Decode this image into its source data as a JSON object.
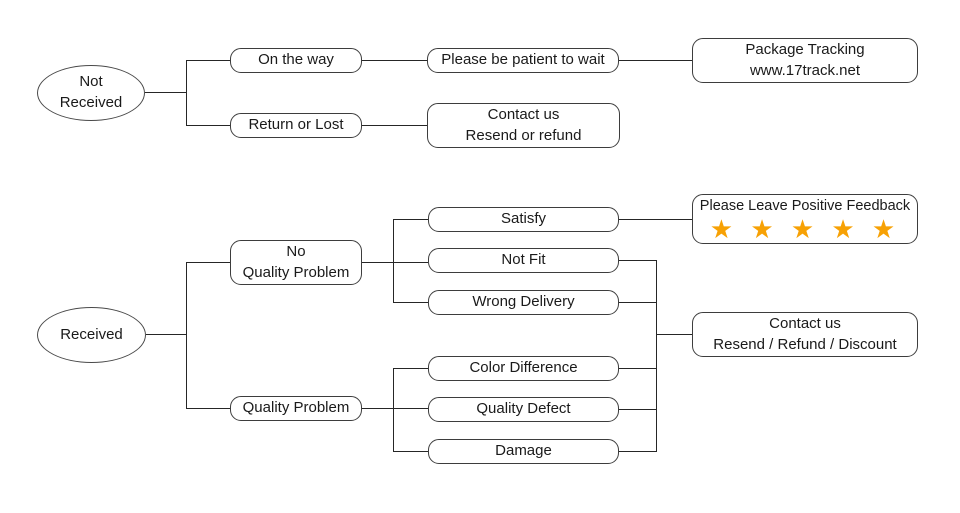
{
  "page": {
    "background": "#ffffff"
  },
  "colors": {
    "box_border": "#3d3d3d",
    "connector_line": "#262626",
    "text": "#1a1a1a",
    "star": "#f7a104",
    "box_background": "#ffffff"
  },
  "flows": {
    "not_received": {
      "root": "Not\nReceived",
      "branches": [
        {
          "label": "On the way",
          "next": "Please be patient to wait",
          "result": "Package Tracking\nwww.17track.net"
        },
        {
          "label": "Return or Lost",
          "result": "Contact us\nResend or refund"
        }
      ]
    },
    "received": {
      "root": "Received",
      "branches": [
        {
          "label": "No\nQuality Problem",
          "children": [
            "Satisfy",
            "Not Fit",
            "Wrong Delivery"
          ]
        },
        {
          "label": "Quality Problem",
          "children": [
            "Color Difference",
            "Quality Defect",
            "Damage"
          ]
        }
      ],
      "results": {
        "positive_feedback": {
          "label": "Please Leave Positive Feedback",
          "stars": "★ ★ ★ ★ ★"
        },
        "contact": "Contact us\nResend / Refund / Discount"
      }
    }
  }
}
